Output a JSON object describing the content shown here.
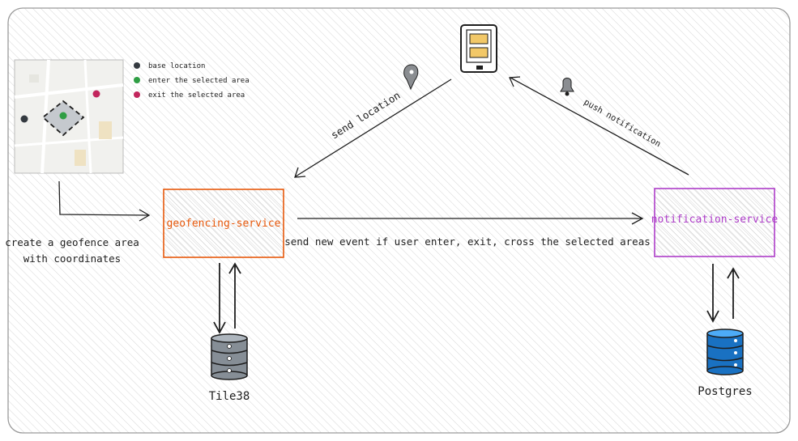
{
  "legend": {
    "items": [
      {
        "label": "base location",
        "color": "#343a40"
      },
      {
        "label": "enter the selected area",
        "color": "#2f9e44"
      },
      {
        "label": "exit the selected area",
        "color": "#c2255c"
      }
    ]
  },
  "caption": {
    "line1": "create a geofence area",
    "line2": "with coordinates"
  },
  "services": {
    "geofencing": {
      "label": "geofencing-service",
      "color": "#e8590c"
    },
    "notification": {
      "label": "notification-service",
      "color": "#ae3ec9"
    }
  },
  "edges": {
    "send_location": "send location",
    "push_notification": "push notification",
    "send_event": "send new event if user enter, exit, cross the selected areas"
  },
  "databases": {
    "tile38": {
      "label": "Tile38",
      "color": "#868e96"
    },
    "postgres": {
      "label": "Postgres",
      "color": "#1971c2"
    }
  }
}
